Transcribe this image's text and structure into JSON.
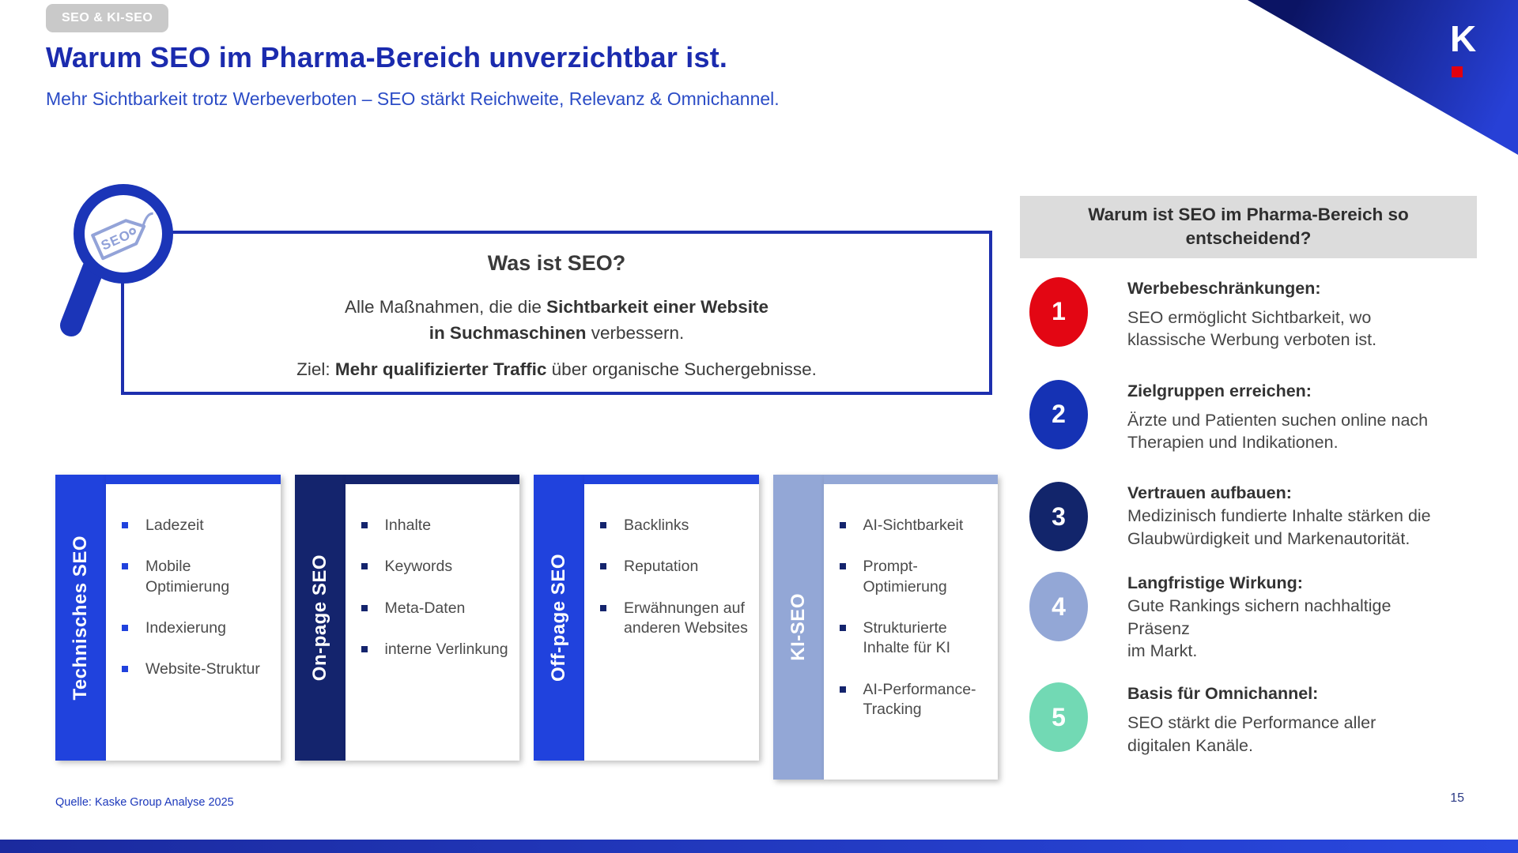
{
  "badge": "SEO & KI-SEO",
  "header": {
    "title": "Warum SEO im Pharma-Bereich unverzichtbar ist.",
    "subtitle": "Mehr Sichtbarkeit trotz Werbeverboten – SEO stärkt Reichweite, Relevanz & Omnichannel."
  },
  "logo": {
    "letter": "K",
    "accent_color": "#e3000f",
    "triangle_color": "#1c2fc0"
  },
  "seo_box": {
    "heading": "Was ist SEO?",
    "l1_normal": "Alle Maßnahmen, die die ",
    "l1_bold": "Sichtbarkeit einer Website",
    "l2_bold": "in Suchmaschinen",
    "l2_normal": " verbessern.",
    "l3_pre": "Ziel: ",
    "l3_bold": "Mehr qualifizierter Traffic",
    "l3_post": " über organische Suchergebnisse.",
    "border_color": "#1d2fae"
  },
  "magnifier_icon": {
    "name": "seo-tag-magnifier-icon",
    "ring_color": "#1b35b8",
    "tag_color": "#93a3d8",
    "tag_text": "SEO"
  },
  "columns": [
    {
      "label": "Technisches SEO",
      "color": "#2042dd",
      "bullet_color": "#2042dd",
      "items": [
        "Ladezeit",
        "Mobile Optimierung",
        "Indexierung",
        "Website-Struktur"
      ]
    },
    {
      "label": "On-page SEO",
      "color": "#14246d",
      "bullet_color": "#14246d",
      "items": [
        "Inhalte",
        "Keywords",
        "Meta-Daten",
        "interne Verlinkung"
      ]
    },
    {
      "label": "Off-page SEO",
      "color": "#2042dd",
      "bullet_color": "#14246d",
      "items": [
        "Backlinks",
        "Reputation",
        "Erwähnungen auf anderen Websites"
      ]
    },
    {
      "label": "KI-SEO",
      "color": "#93a7d6",
      "bullet_color": "#14246d",
      "items": [
        "AI-Sichtbarkeit",
        "Prompt-Optimierung",
        "Strukturierte Inhalte für KI",
        "AI-Performance-Tracking"
      ]
    }
  ],
  "panel": {
    "heading": "Warum ist SEO im Pharma-Bereich so entscheidend?",
    "items": [
      {
        "num": "1",
        "color": "#e30613",
        "title": "Werbebeschränkungen:",
        "body": "SEO ermöglicht Sichtbarkeit, wo klassische Werbung verboten ist."
      },
      {
        "num": "2",
        "color": "#1532b4",
        "title": "Zielgruppen erreichen:",
        "body": "Ärzte und Patienten suchen online nach Therapien und Indikationen."
      },
      {
        "num": "3",
        "color": "#12256b",
        "title": "Vertrauen aufbauen:",
        "body": "Medizinisch fundierte Inhalte stärken die Glaubwürdigkeit und Markenautorität."
      },
      {
        "num": "4",
        "color": "#93a7d6",
        "title": "Langfristige Wirkung:",
        "body": "Gute Rankings sichern nachhaltige Präsenz\nim Markt."
      },
      {
        "num": "5",
        "color": "#72d9b4",
        "title": "Basis für Omnichannel:",
        "body": "SEO stärkt die Performance aller digitalen Kanäle."
      }
    ]
  },
  "footer": {
    "source": "Quelle: Kaske Group Analyse 2025",
    "page": "15"
  }
}
